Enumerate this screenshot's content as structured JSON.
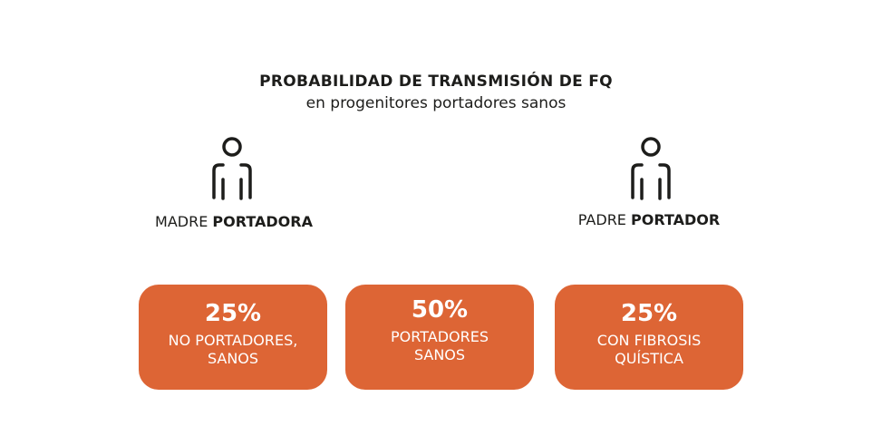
{
  "header": {
    "title": "PROBABILIDAD DE TRANSMISIÓN DE FQ",
    "subtitle": "en progenitores portadores sanos"
  },
  "parents": [
    {
      "role": "MADRE",
      "status": "PORTADORA",
      "icon": "person-icon"
    },
    {
      "role": "PADRE",
      "status": "PORTADOR",
      "icon": "person-icon"
    }
  ],
  "outcomes": [
    {
      "percent": "25%",
      "line1": "NO PORTADORES,",
      "line2": "SANOS"
    },
    {
      "percent": "50%",
      "line1": "PORTADORES",
      "line2": "SANOS"
    },
    {
      "percent": "25%",
      "line1": "CON FIBROSIS",
      "line2": "QUÍSTICA"
    }
  ],
  "colors": {
    "accent": "#dd6535",
    "text": "#1d1d1b"
  }
}
